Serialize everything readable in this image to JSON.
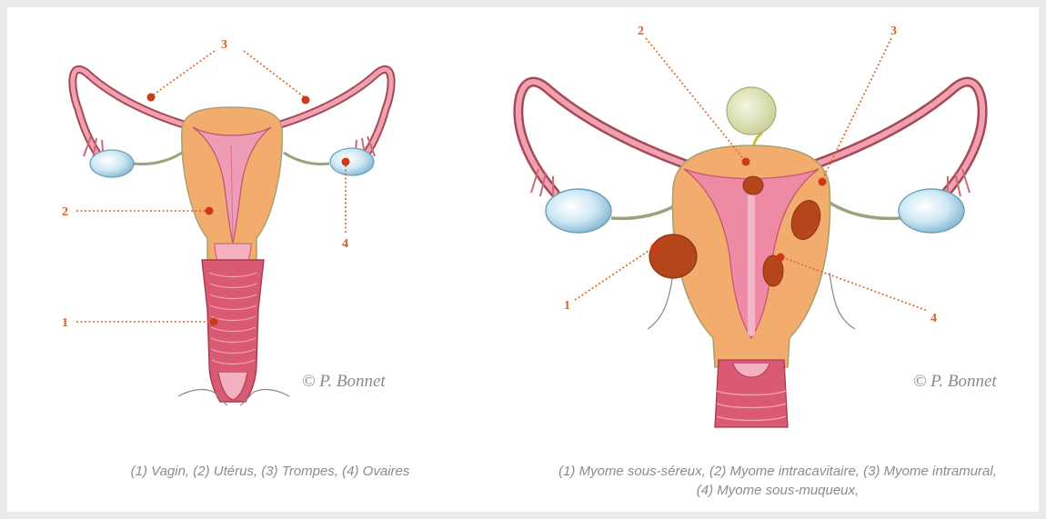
{
  "left_figure": {
    "labels": [
      "1",
      "2",
      "3",
      "4"
    ],
    "copyright": "© P. Bonnet",
    "caption": "(1) Vagin, (2) Utérus, (3) Trompes, (4) Ovaires"
  },
  "right_figure": {
    "labels": [
      "1",
      "2",
      "3",
      "4"
    ],
    "copyright": "© P. Bonnet",
    "caption_line1": "(1) Myome sous-séreux, (2) Myome intracavitaire, (3) Myome intramural,",
    "caption_line2": "(4) Myome sous-muqueux,"
  },
  "colors": {
    "background": "#ebebeb",
    "label": "#e0601c",
    "uterus": "#f2ad6e",
    "mucosa": "#e0607c",
    "ovary": "#c7e3f0",
    "myoma": "#b5461b"
  }
}
